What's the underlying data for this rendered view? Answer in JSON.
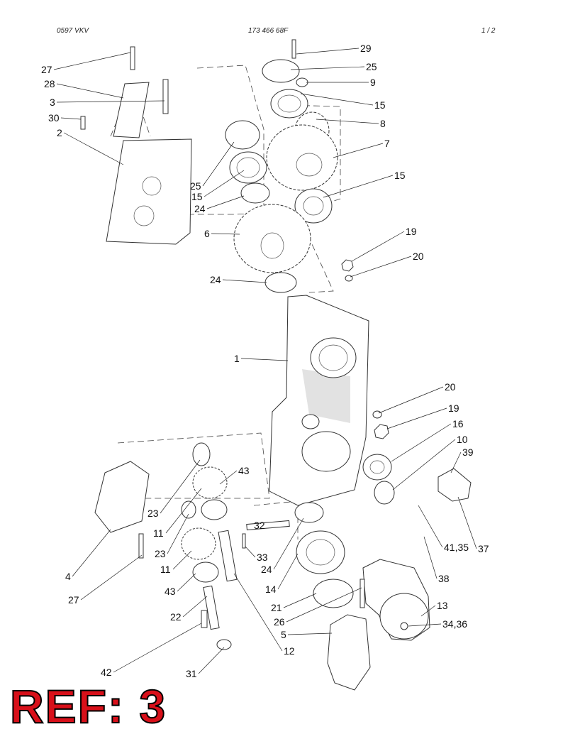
{
  "header": {
    "left": "0597  VKV",
    "center": "173 466 68F",
    "right": "1 / 2"
  },
  "callouts": [
    "27",
    "28",
    "3",
    "30",
    "2",
    "29",
    "25",
    "9",
    "15",
    "8",
    "7",
    "15",
    "25",
    "15",
    "24",
    "6",
    "24",
    "19",
    "20",
    "1",
    "20",
    "19",
    "16",
    "10",
    "39",
    "43",
    "23",
    "11",
    "23",
    "11",
    "43",
    "4",
    "27",
    "32",
    "33",
    "24",
    "14",
    "21",
    "26",
    "5",
    "22",
    "42",
    "31",
    "12",
    "41,35",
    "37",
    "38",
    "13",
    "34,36"
  ],
  "ref_label": "REF: 3",
  "colors": {
    "ref_fill": "#d8101a",
    "ref_outline": "#000000",
    "shade": "#e2e2e2"
  }
}
